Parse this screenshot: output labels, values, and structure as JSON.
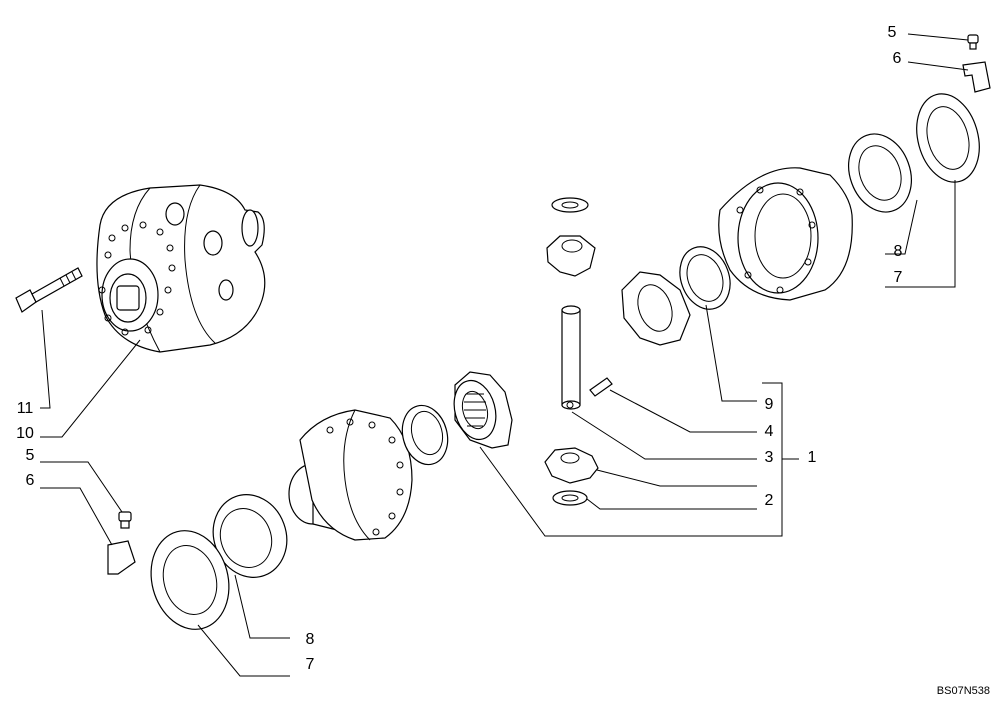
{
  "callouts": {
    "c1": "1",
    "c2": "2",
    "c3": "3",
    "c4": "4",
    "c5_top": "5",
    "c6_top": "6",
    "c8_right": "8",
    "c7_right": "7",
    "c9": "9",
    "c11": "11",
    "c10": "10",
    "c5_left": "5",
    "c6_left": "6",
    "c8_bottom": "8",
    "c7_bottom": "7"
  },
  "drawing_code": "BS07N538"
}
